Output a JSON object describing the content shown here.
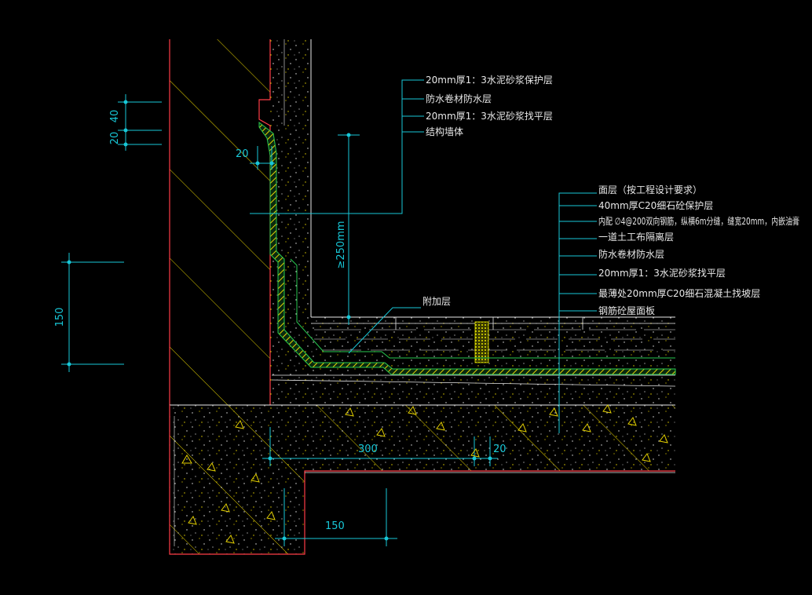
{
  "colors": {
    "background": "#000000",
    "structure_edge": "#ff3c46",
    "hatch": "#e6d200",
    "dimension": "#18c8d8",
    "membrane": "#28c850",
    "leader": "#18c8d8",
    "text": "#e8e8e8",
    "joint_fill": "#e6e600"
  },
  "wall_labels": [
    "20mm厚1：3水泥砂浆保护层",
    "防水卷材防水层",
    "20mm厚1：3水泥砂浆找平层",
    "结构墙体"
  ],
  "floor_labels": [
    "面层（按工程设计要求）",
    "40mm厚C20细石砼保护层",
    "内配 ∅4@200双向钢筋，纵横6m分缝，缝宽20mm，内嵌油膏",
    "一道土工布隔离层",
    "防水卷材防水层",
    "20mm厚1：3水泥砂浆找平层",
    "最薄处20mm厚C20细石混凝土找坡层",
    "钢筋砼屋面板"
  ],
  "additional_layer_label": "附加层",
  "dimensions": {
    "d40": "40",
    "d20_top": "20",
    "d20_side": "20",
    "d250": "≥250mm",
    "d150_left": "150",
    "d300": "300",
    "d20_bottom": "20",
    "d150_bottom": "150"
  }
}
